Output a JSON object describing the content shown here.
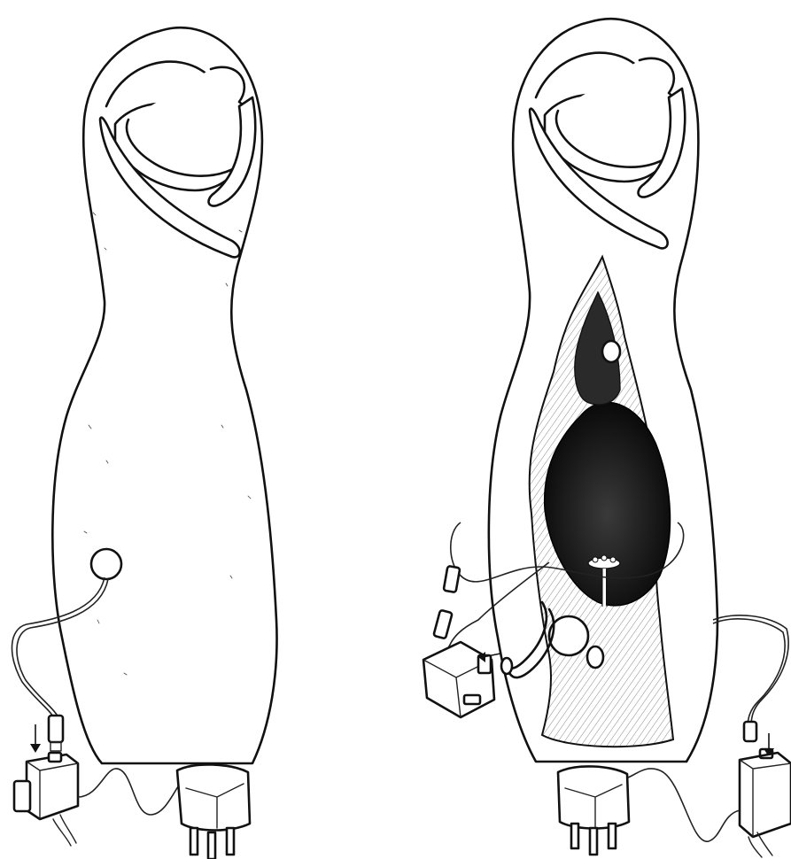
{
  "figure": {
    "panels": [
      {
        "id": "left",
        "view": "sculpture-exterior"
      },
      {
        "id": "right",
        "view": "sculpture-cutaway"
      }
    ]
  },
  "colors": {
    "ink": "#111111",
    "paper": "#ffffff",
    "cavity": "#1a1a1a"
  },
  "icons": [
    "sculpture-body",
    "socket-hole",
    "power-adapter",
    "wall-plug",
    "pump",
    "arrow-down-icon",
    "arrow-left-icon"
  ]
}
